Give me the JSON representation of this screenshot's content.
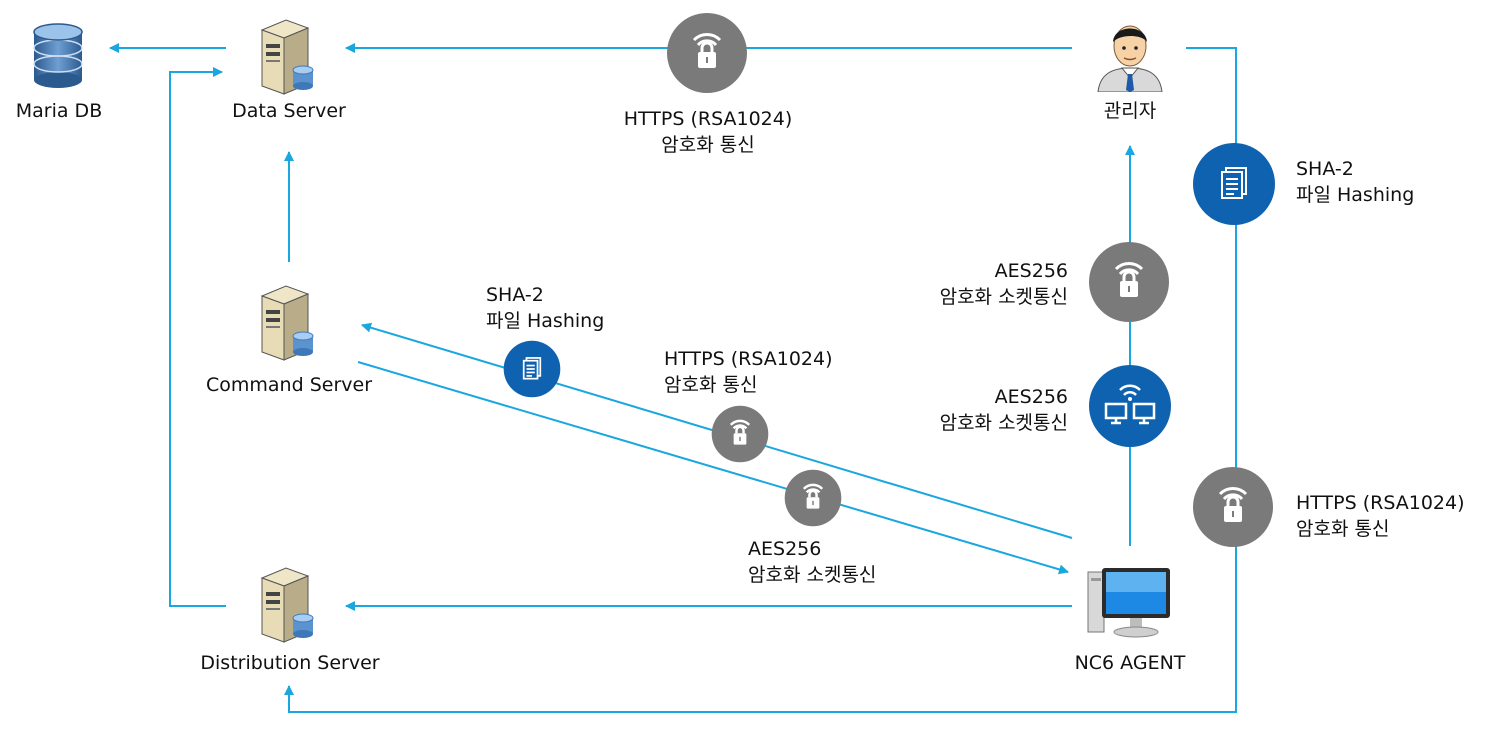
{
  "colors": {
    "line": "#1aa7e0",
    "lock_circle": "#7a7a7a",
    "blue_circle": "#0f62b0"
  },
  "nodes": {
    "maria_db": {
      "label": "Maria DB",
      "icon": "database-icon"
    },
    "data_server": {
      "label": "Data Server",
      "icon": "server-icon"
    },
    "command_server": {
      "label": "Command Server",
      "icon": "server-icon"
    },
    "distribution_server": {
      "label": "Distribution Server",
      "icon": "server-icon"
    },
    "admin": {
      "label": "관리자",
      "icon": "admin-user-icon"
    },
    "agent": {
      "label": "NC6 AGENT",
      "icon": "computer-monitor-icon"
    }
  },
  "labels": {
    "top_https": [
      "HTTPS (RSA1024)",
      "암호화 통신"
    ],
    "right_sha": [
      "SHA-2",
      "파일 Hashing"
    ],
    "mid_aes_upper": [
      "AES256",
      "암호화 소켓통신"
    ],
    "mid_aes_lower": [
      "AES256",
      "암호화 소켓통신"
    ],
    "cmd_sha": [
      "SHA-2",
      "파일 Hashing"
    ],
    "cmd_https": [
      "HTTPS (RSA1024)",
      "암호화 통신"
    ],
    "cmd_aes": [
      "AES256",
      "암호화 소켓통신"
    ],
    "right_https": [
      "HTTPS (RSA1024)",
      "암호화 통신"
    ]
  }
}
